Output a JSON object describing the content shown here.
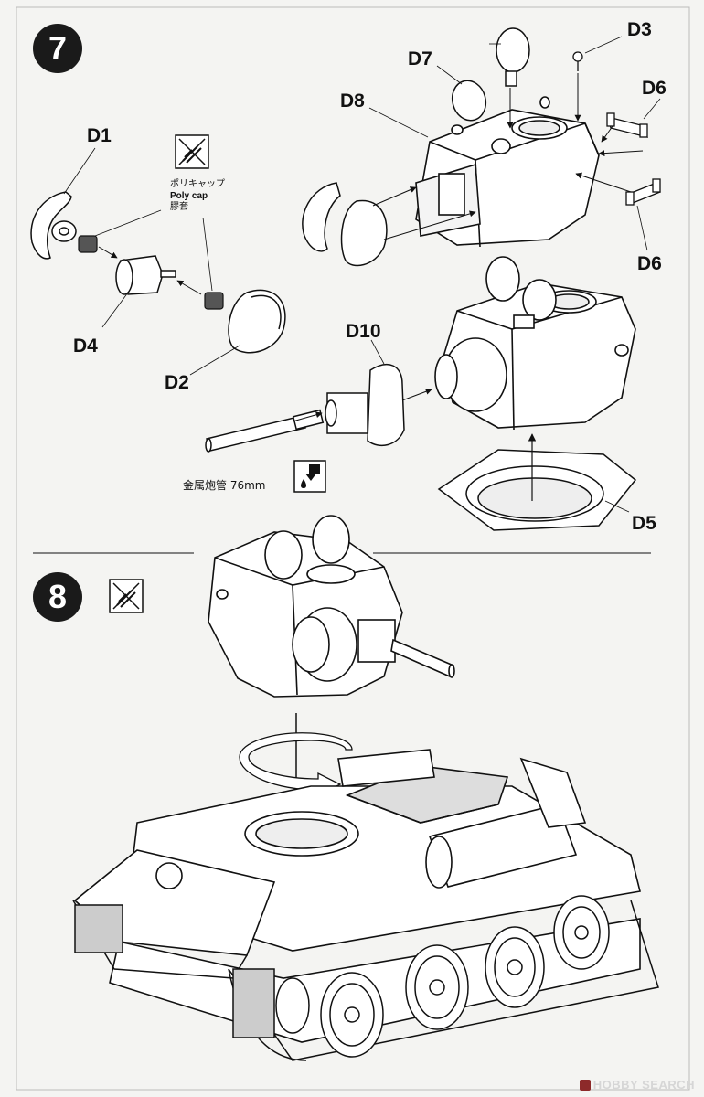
{
  "steps": {
    "step7": "7",
    "step8": "8"
  },
  "parts": {
    "D1": "D1",
    "D2": "D2",
    "D3": "D3",
    "D4": "D4",
    "D5": "D5",
    "D6_top": "D6",
    "D6_bottom": "D6",
    "D7": "D7",
    "D8": "D8",
    "D10": "D10"
  },
  "polycap": {
    "jp": "ポリキャップ",
    "en": "Poly cap",
    "cn": "膠套"
  },
  "barrel": {
    "text": "金属炮管 76mm"
  },
  "icons": {
    "no_glue_step7": "no-glue-icon",
    "no_glue_step8": "no-glue-icon",
    "glue_cement": "glue-drop-icon"
  },
  "watermark": {
    "text": "HOBBY SEARCH"
  }
}
